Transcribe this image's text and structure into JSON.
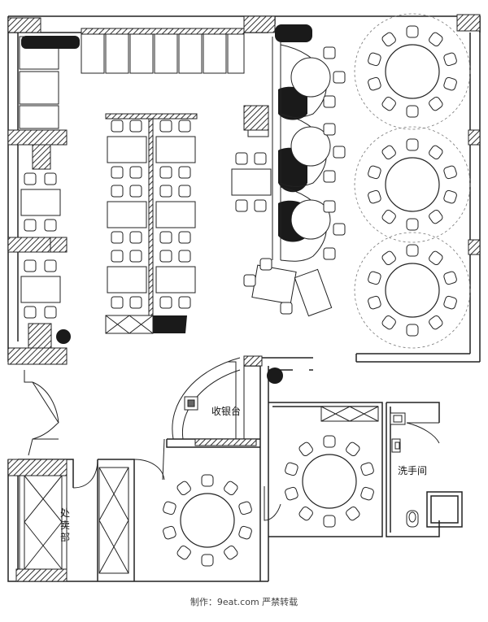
{
  "labels": {
    "cashier": "收银台",
    "restroom": "洗手间",
    "takeout": "处卖部"
  },
  "credit": "制作：9eat.com 严禁转载",
  "colors": {
    "wall": "#4a4a4a",
    "hatch_bg": "#9a9a9a",
    "line": "#222222",
    "plant": "#1a1a1a"
  }
}
